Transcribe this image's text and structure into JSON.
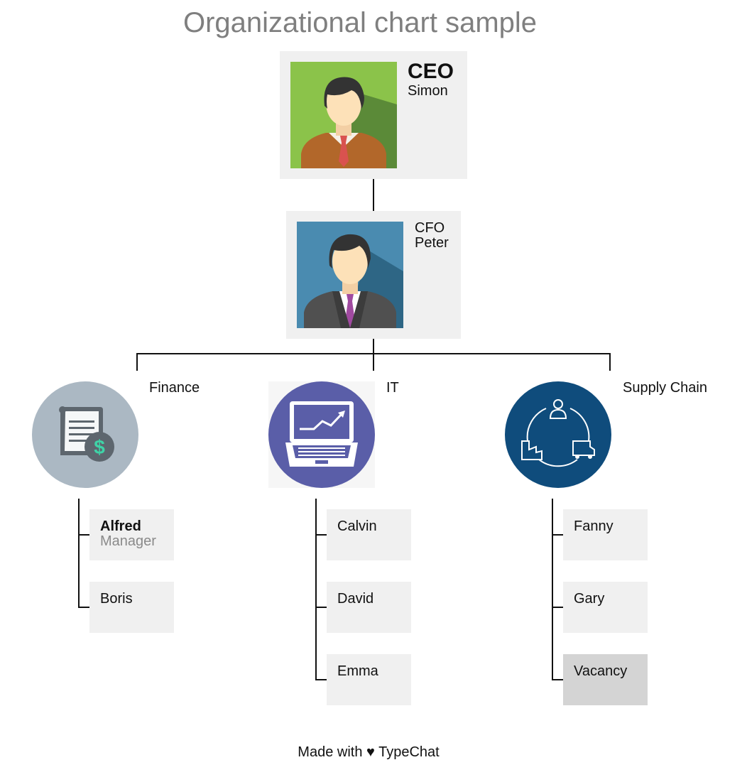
{
  "title": "Organizational chart sample",
  "ceo": {
    "role": "CEO",
    "name": "Simon"
  },
  "cfo": {
    "role": "CFO",
    "name": "Peter"
  },
  "departments": [
    {
      "name": "Finance",
      "icon": "finance-document-icon"
    },
    {
      "name": "IT",
      "icon": "laptop-chart-icon"
    },
    {
      "name": "Supply Chain",
      "icon": "supply-chain-cycle-icon"
    }
  ],
  "finance": {
    "members": [
      {
        "name": "Alfred",
        "role": "Manager"
      },
      {
        "name": "Boris"
      }
    ]
  },
  "it": {
    "members": [
      {
        "name": "Calvin"
      },
      {
        "name": "David"
      },
      {
        "name": "Emma"
      }
    ]
  },
  "supply": {
    "members": [
      {
        "name": "Fanny"
      },
      {
        "name": "Gary"
      },
      {
        "name": "Vacancy"
      }
    ]
  },
  "footer": {
    "prefix": "Made with",
    "heart": "♥",
    "brand": "TypeChat"
  },
  "colors": {
    "ceo_avatar_bg": "#8bc34a",
    "cfo_avatar_bg": "#4a8bb0",
    "finance_circle": "#abb8c3",
    "it_circle": "#5a5ea8",
    "supply_circle": "#0f4c7c",
    "card": "#f0f0f0",
    "vacancy_card": "#d4d4d4"
  }
}
